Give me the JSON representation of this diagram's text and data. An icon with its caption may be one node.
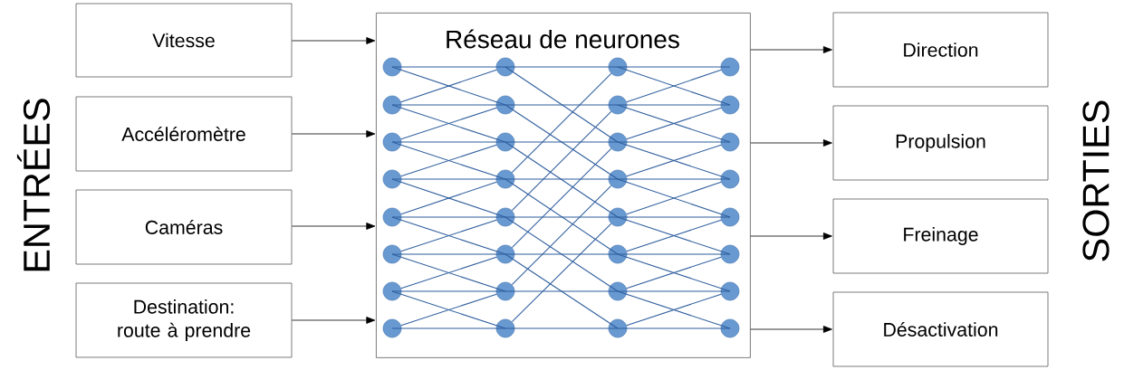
{
  "diagram": {
    "nodes": [
      {
        "text": [
          "Vitesse"
        ]
      },
      {
        "text": [
          "Accéléromètre"
        ]
      },
      {
        "text": [
          "Caméras"
        ]
      },
      {
        "text": [
          "Destination: route à prendre"
        ]
      },
      {
        "text": [
          "Réseau de neurones"
        ]
      },
      {
        "text": [
          "Direction"
        ]
      },
      {
        "text": [
          "Propulsion"
        ]
      },
      {
        "text": [
          "Freinage"
        ]
      },
      {
        "text": [
          "Désactivation"
        ]
      },
      {
        "text": [],
        "shape": "circle",
        "in": 4
      },
      {
        "text": [],
        "shape": "circle",
        "in": 4
      },
      {
        "text": [],
        "shape": "circle",
        "in": 4
      },
      {
        "text": [],
        "shape": "circle",
        "in": 4
      },
      {
        "text": [],
        "shape": "circle",
        "in": 4
      },
      {
        "text": [],
        "shape": "circle",
        "in": 4
      },
      {
        "text": [],
        "shape": "circle",
        "in": 4
      },
      {
        "text": [],
        "shape": "circle",
        "in": 4
      },
      {
        "text": [],
        "shape": "circle",
        "in": 4
      },
      {
        "text": [],
        "shape": "circle",
        "in": 4
      },
      {
        "text": [],
        "shape": "circle",
        "in": 4
      },
      {
        "text": [],
        "shape": "circle",
        "in": 4
      },
      {
        "text": [],
        "shape": "circle",
        "in": 4
      },
      {
        "text": [],
        "shape": "circle",
        "in": 4
      },
      {
        "text": [],
        "shape": "circle",
        "in": 4
      },
      {
        "text": [],
        "shape": "circle",
        "in": 4
      },
      {
        "text": [],
        "shape": "circle",
        "in": 4
      },
      {
        "text": [],
        "shape": "circle",
        "in": 4
      },
      {
        "text": [],
        "shape": "circle",
        "in": 4
      },
      {
        "text": [],
        "shape": "circle",
        "in": 4
      },
      {
        "text": [],
        "shape": "circle",
        "in": 4
      },
      {
        "text": [],
        "shape": "circle",
        "in": 4
      },
      {
        "text": [],
        "shape": "circle",
        "in": 4
      },
      {
        "text": [],
        "shape": "circle",
        "in": 4
      },
      {
        "text": [],
        "shape": "circle",
        "in": 4
      },
      {
        "text": [],
        "shape": "circle",
        "in": 4
      },
      {
        "text": [],
        "shape": "circle",
        "in": 4
      },
      {
        "text": [],
        "shape": "circle",
        "in": 4
      },
      {
        "text": [],
        "shape": "circle",
        "in": 4
      },
      {
        "text": [],
        "shape": "circle",
        "in": 4
      },
      {
        "text": [],
        "shape": "circle",
        "in": 4
      },
      {
        "text": [],
        "shape": "circle",
        "in": 4
      }
    ],
    "edges": [
      {
        "from": 0,
        "to": 4,
        "arrow": "to",
        "color": "#000000"
      },
      {
        "from": 1,
        "to": 4,
        "arrow": "to",
        "color": "#000000"
      },
      {
        "from": 2,
        "to": 4,
        "arrow": "to",
        "color": "#000000"
      },
      {
        "from": 3,
        "to": 4,
        "arrow": "to",
        "color": "#000000"
      },
      {
        "from": 4,
        "to": 5,
        "arrow": "to",
        "color": "#000000"
      },
      {
        "from": 4,
        "to": 6,
        "arrow": "to",
        "color": "#000000"
      },
      {
        "from": 4,
        "to": 7,
        "arrow": "to",
        "color": "#000000"
      },
      {
        "from": 4,
        "to": 8,
        "arrow": "to",
        "color": "#000000"
      },
      {
        "from": 9,
        "to": 17,
        "arrow": "none"
      },
      {
        "from": 9,
        "to": 18,
        "arrow": "none"
      },
      {
        "from": 10,
        "to": 17,
        "arrow": "none"
      },
      {
        "from": 10,
        "to": 18,
        "arrow": "none"
      },
      {
        "from": 10,
        "to": 19,
        "arrow": "none"
      },
      {
        "from": 11,
        "to": 18,
        "arrow": "none"
      },
      {
        "from": 11,
        "to": 19,
        "arrow": "none"
      },
      {
        "from": 11,
        "to": 20,
        "arrow": "none"
      },
      {
        "from": 12,
        "to": 19,
        "arrow": "none"
      },
      {
        "from": 12,
        "to": 20,
        "arrow": "none"
      },
      {
        "from": 12,
        "to": 21,
        "arrow": "none"
      },
      {
        "from": 13,
        "to": 20,
        "arrow": "none"
      },
      {
        "from": 13,
        "to": 21,
        "arrow": "none"
      },
      {
        "from": 13,
        "to": 22,
        "arrow": "none"
      },
      {
        "from": 14,
        "to": 21,
        "arrow": "none"
      },
      {
        "from": 14,
        "to": 22,
        "arrow": "none"
      },
      {
        "from": 14,
        "to": 23,
        "arrow": "none"
      },
      {
        "from": 15,
        "to": 22,
        "arrow": "none"
      },
      {
        "from": 15,
        "to": 23,
        "arrow": "none"
      },
      {
        "from": 15,
        "to": 24,
        "arrow": "none"
      },
      {
        "from": 16,
        "to": 23,
        "arrow": "none"
      },
      {
        "from": 16,
        "to": 24,
        "arrow": "none"
      },
      {
        "from": 17,
        "to": 25,
        "arrow": "none"
      },
      {
        "from": 17,
        "to": 27,
        "arrow": "none"
      },
      {
        "from": 18,
        "to": 26,
        "arrow": "none"
      },
      {
        "from": 18,
        "to": 28,
        "arrow": "none"
      },
      {
        "from": 19,
        "to": 27,
        "arrow": "none"
      },
      {
        "from": 19,
        "to": 29,
        "arrow": "none"
      },
      {
        "from": 20,
        "to": 28,
        "arrow": "none"
      },
      {
        "from": 20,
        "to": 30,
        "arrow": "none"
      },
      {
        "from": 20,
        "to": 25,
        "arrow": "none"
      },
      {
        "from": 21,
        "to": 29,
        "arrow": "none"
      },
      {
        "from": 21,
        "to": 31,
        "arrow": "none"
      },
      {
        "from": 21,
        "to": 26,
        "arrow": "none"
      },
      {
        "from": 22,
        "to": 30,
        "arrow": "none"
      },
      {
        "from": 22,
        "to": 32,
        "arrow": "none"
      },
      {
        "from": 22,
        "to": 27,
        "arrow": "none"
      },
      {
        "from": 23,
        "to": 31,
        "arrow": "none"
      },
      {
        "from": 23,
        "to": 28,
        "arrow": "none"
      },
      {
        "from": 24,
        "to": 32,
        "arrow": "none"
      },
      {
        "from": 24,
        "to": 29,
        "arrow": "none"
      },
      {
        "from": 25,
        "to": 33,
        "arrow": "none"
      },
      {
        "from": 25,
        "to": 34,
        "arrow": "none"
      },
      {
        "from": 26,
        "to": 33,
        "arrow": "none"
      },
      {
        "from": 26,
        "to": 34,
        "arrow": "none"
      },
      {
        "from": 26,
        "to": 35,
        "arrow": "none"
      },
      {
        "from": 27,
        "to": 34,
        "arrow": "none"
      },
      {
        "from": 27,
        "to": 35,
        "arrow": "none"
      },
      {
        "from": 27,
        "to": 36,
        "arrow": "none"
      },
      {
        "from": 28,
        "to": 35,
        "arrow": "none"
      },
      {
        "from": 28,
        "to": 36,
        "arrow": "none"
      },
      {
        "from": 28,
        "to": 37,
        "arrow": "none"
      },
      {
        "from": 29,
        "to": 36,
        "arrow": "none"
      },
      {
        "from": 29,
        "to": 37,
        "arrow": "none"
      },
      {
        "from": 29,
        "to": 38,
        "arrow": "none"
      },
      {
        "from": 30,
        "to": 37,
        "arrow": "none"
      },
      {
        "from": 30,
        "to": 38,
        "arrow": "none"
      },
      {
        "from": 30,
        "to": 39,
        "arrow": "none"
      },
      {
        "from": 31,
        "to": 38,
        "arrow": "none"
      },
      {
        "from": 31,
        "to": 39,
        "arrow": "none"
      },
      {
        "from": 31,
        "to": 40,
        "arrow": "none"
      },
      {
        "from": 32,
        "to": 39,
        "arrow": "none"
      },
      {
        "from": 32,
        "to": 40,
        "arrow": "none"
      }
    ],
    "labels": [
      "ENTRÉES",
      "SORTIES"
    ]
  }
}
